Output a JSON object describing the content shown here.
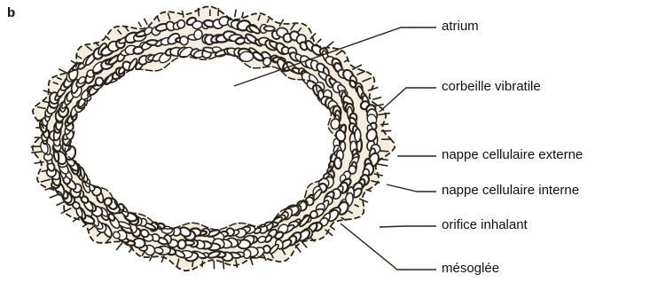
{
  "figure": {
    "panel_letter": "b",
    "ink_color": "#2b2218",
    "tissue_fill": "#f3ede2",
    "labels": [
      {
        "id": "atrium",
        "text": "atrium"
      },
      {
        "id": "corbeille-vibratile",
        "text": "corbeille vibratile"
      },
      {
        "id": "nappe-cellulaire-externe",
        "text": "nappe cellulaire externe"
      },
      {
        "id": "nappe-cellulaire-interne",
        "text": "nappe cellulaire interne"
      },
      {
        "id": "orifice-inhalant",
        "text": "orifice inhalant"
      },
      {
        "id": "mesoglee",
        "text": "mésoglée"
      }
    ]
  }
}
